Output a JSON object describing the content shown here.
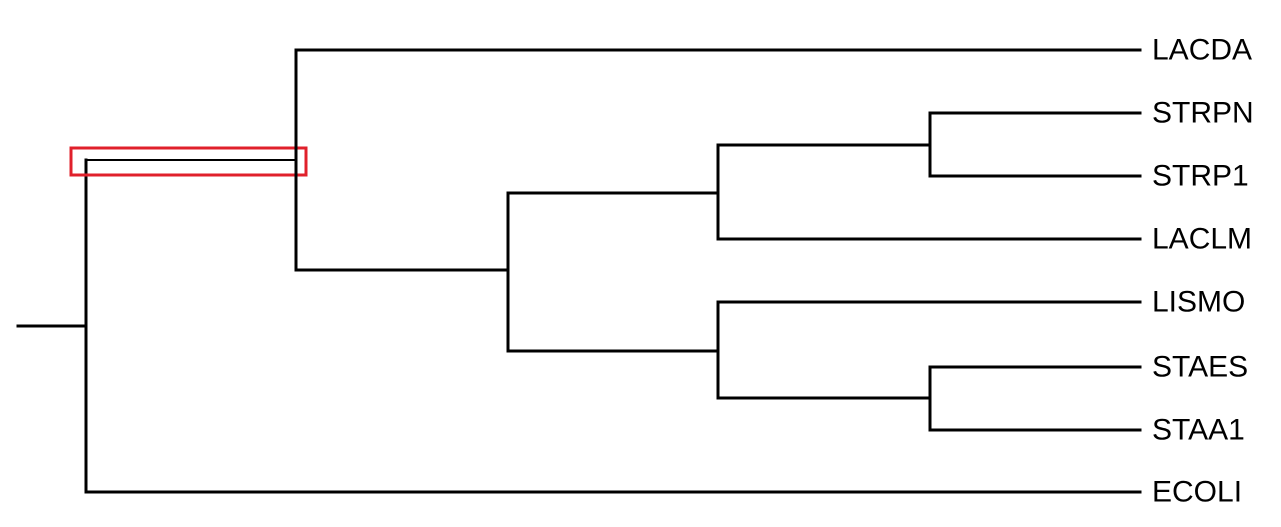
{
  "tree": {
    "leaves": [
      "LACDA",
      "STRPN",
      "STRP1",
      "LACLM",
      "LISMO",
      "STAES",
      "STAA1",
      "ECOLI"
    ],
    "highlight_color": "#e0202b",
    "line_color": "#000000",
    "highlighted_branch": "ancestor-of-LACDA-and-streptococcus-staphylococcus-clade"
  }
}
